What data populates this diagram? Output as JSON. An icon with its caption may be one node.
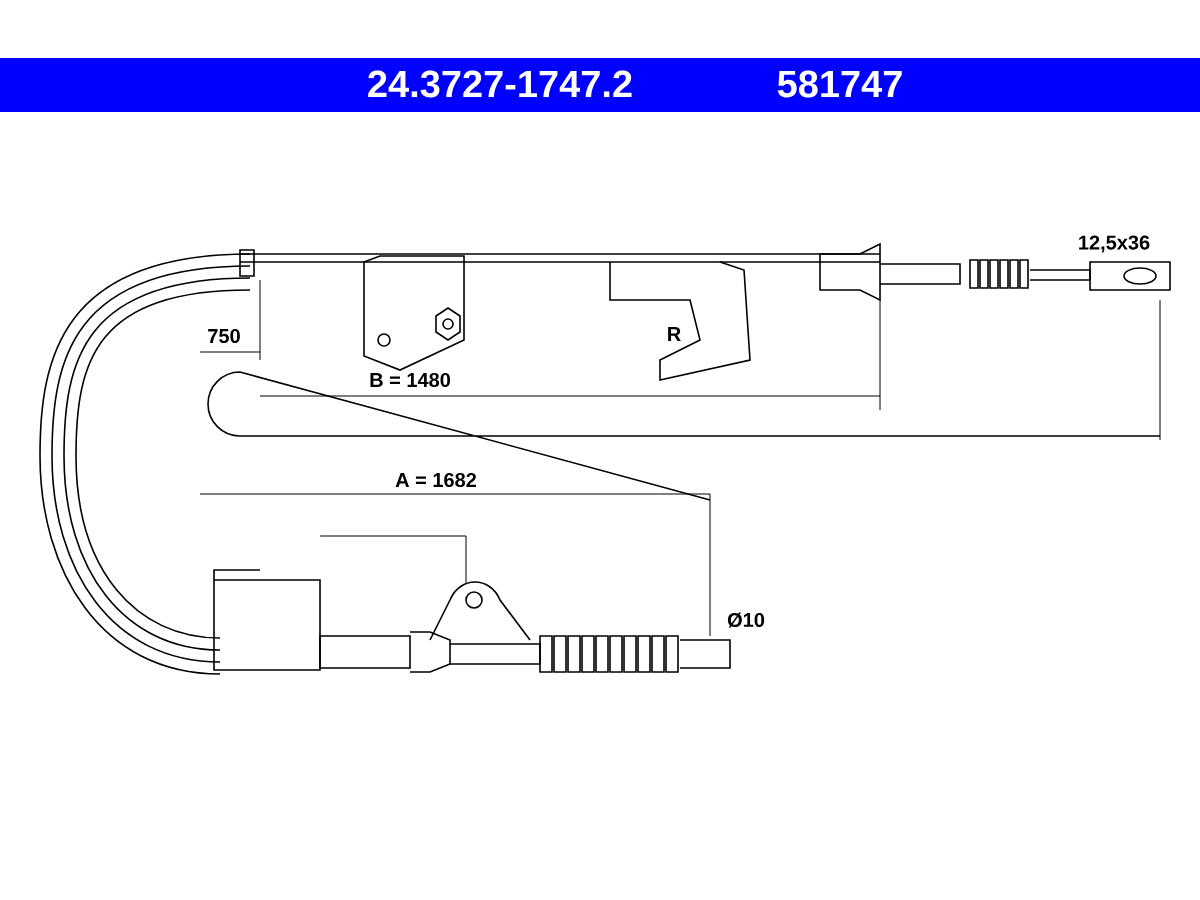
{
  "diagram": {
    "labels": [
      "24.3727-1747.2",
      "581747",
      "12,5x36",
      "750",
      "R",
      "B = 1480",
      "A = 1682",
      "Ø10"
    ]
  }
}
